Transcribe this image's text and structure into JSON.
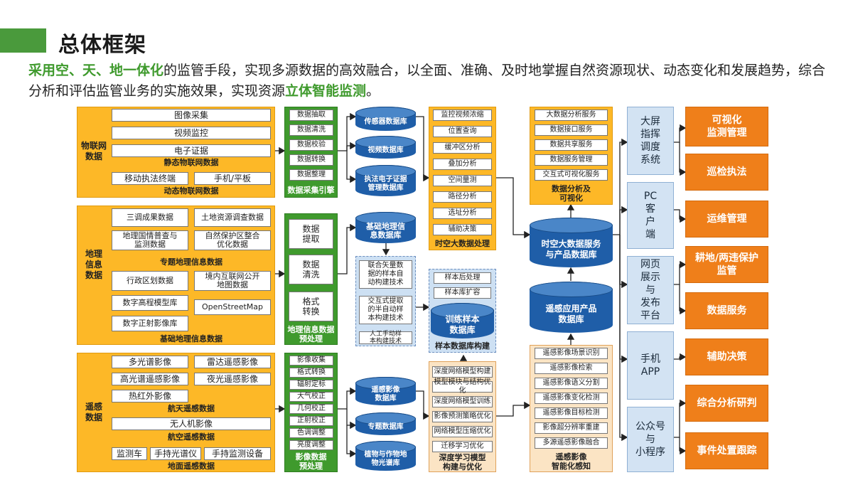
{
  "header": {
    "title": "总体框架",
    "subtitle_parts": [
      {
        "text": "采用空、天、地一体化",
        "hl": true
      },
      {
        "text": "的监管手段，实现多源数据的高效融合，以全面、准确、及时地掌握自然资源现状、动态变化和发展趋势，综合分析和评估监管业务的实施效果，实现资源",
        "hl": false
      },
      {
        "text": "立体智能监测",
        "hl": true
      },
      {
        "text": "。",
        "hl": false
      }
    ]
  },
  "iot": {
    "side_label": "物联网\n数据",
    "static_items": [
      "图像采集",
      "视频监控",
      "电子证据"
    ],
    "static_label": "静态物联网数据",
    "dynamic_items": [
      "移动执法终端",
      "手机/平板"
    ],
    "dynamic_label": "动态物联网数据"
  },
  "geo": {
    "side_label": "地理\n信息\n数据",
    "thematic_items": [
      "三调成果数据",
      "土地资源调查数据",
      "地理国情普查与\n监测数据",
      "自然保护区整合\n优化数据"
    ],
    "thematic_label": "专题地理信息数据",
    "base_items": [
      "行政区划数据",
      "境内互联网公开\n地图数据",
      "数字高程模型库",
      "OpenStreetMap",
      "数字正射影像库"
    ],
    "base_label": "基础地理信息数据"
  },
  "rs": {
    "side_label": "遥感\n数据",
    "space_items": [
      "多光谱影像",
      "雷达遥感影像",
      "高光谱遥感影像",
      "夜光遥感影像",
      "热红外影像"
    ],
    "space_label": "航天遥感数据",
    "air_items": [
      "无人机影像"
    ],
    "air_label": "航空遥感数据",
    "ground_items": [
      "监测车",
      "手持光谱仪",
      "手持监测设备"
    ],
    "ground_label": "地面遥感数据"
  },
  "engine": {
    "items": [
      "数据抽取",
      "数据清洗",
      "数据校验",
      "数据转换",
      "数据整理"
    ],
    "label": "数据采集引擎"
  },
  "geoprep": {
    "items": [
      "数据\n提取",
      "数据\n清洗",
      "格式\n转换"
    ],
    "label": "地理信息数据\n预处理"
  },
  "imgprep": {
    "items": [
      "影像收集",
      "格式转换",
      "辐射定标",
      "大气校正",
      "几何校正",
      "正射校正",
      "色调调整",
      "亮度调整"
    ],
    "label": "影像数据\n预处理"
  },
  "db_iot": [
    "传感器数据库",
    "视频数据库",
    "执法电子证据\n管理数据库"
  ],
  "db_geo": "基础地理信\n息数据库",
  "sample_tech": {
    "items": [
      "联合矢量数\n据的样本自\n动构建技术",
      "交互式提取\n的半自动样\n本构建技术",
      "人工手动样\n本构建技术"
    ]
  },
  "db_rs": [
    "遥感影像\n数据库",
    "专题数据库",
    "植物与作物地\n物光谱库"
  ],
  "spatio": {
    "items": [
      "监控视频浓缩",
      "位置查询",
      "缓冲区分析",
      "叠加分析",
      "空间量测",
      "路径分析",
      "选址分析",
      "辅助决策"
    ],
    "label": "时空大数据处理"
  },
  "samplelib": {
    "items": [
      "样本后处理",
      "样本库扩容"
    ],
    "db": "训练样本\n数据库",
    "label": "样本数据库构建"
  },
  "deep": {
    "items": [
      "深度网络模型构建",
      "模型模块与结构优化",
      "深度网络模型训练",
      "影像预测策略优化",
      "网络模型压缩优化",
      "迁移学习优化"
    ],
    "label": "深度学习模型\n构建与优化"
  },
  "analysis": {
    "items": [
      "大数据分析服务",
      "数据接口服务",
      "数据共享服务",
      "数据服务管理",
      "交互式可视化服务"
    ],
    "label": "数据分析及\n可视化"
  },
  "db_service": "时空大数据服务\n与产品数据库",
  "db_rsproduct": "遥感应用产品\n数据库",
  "perception": {
    "items": [
      "遥感影像场景识别",
      "遥感影像检索",
      "遥感影像语义分割",
      "遥感影像变化检测",
      "遥感影像目标检测",
      "影像超分辨率重建",
      "多源遥感影像融合"
    ],
    "label": "遥感影像\n智能化感知"
  },
  "terminals": [
    "大屏\n指挥\n调度\n系统",
    "PC\n客\n户\n端",
    "网页\n展示\n与\n发布\n平台",
    "手机\nAPP",
    "公众号\n与\n小程序"
  ],
  "apps": [
    "可视化\n监测管理",
    "巡检执法",
    "运维管理",
    "耕地/两违保护\n监管",
    "数据服务",
    "辅助决策",
    "综合分析研判",
    "事件处置跟踪"
  ],
  "colors": {
    "green": "#3f9a2d",
    "yellow": "#fdb827",
    "blue": "#1f5ea8",
    "orange": "#ef7f1a",
    "lightblue": "#d3e3f3"
  }
}
